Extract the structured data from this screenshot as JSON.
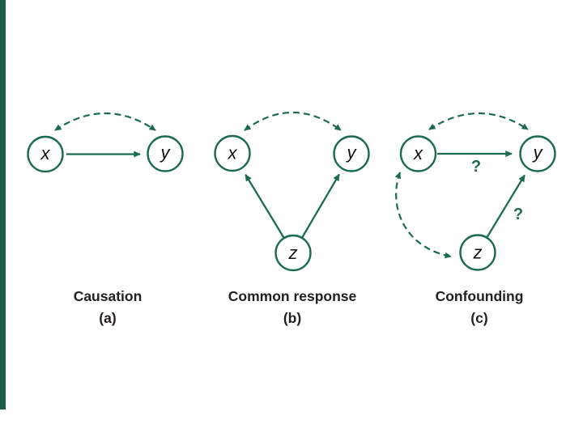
{
  "page": {
    "background": "#ffffff"
  },
  "left_bar": {
    "color": "#1c5c44"
  },
  "palette": {
    "line_green": "#1d6b4f",
    "node_fill": "#ffffff",
    "caption_text": "#252020",
    "node_label_text": "#111111"
  },
  "diagrams": [
    {
      "caption": "Causation",
      "label": "(a)",
      "nodes": [
        {
          "id": "x",
          "label": "x"
        },
        {
          "id": "y",
          "label": "y"
        }
      ],
      "edges": [
        "solid arrow x to y",
        "dashed double-headed arc between x and y"
      ]
    },
    {
      "caption": "Common response",
      "label": "(b)",
      "nodes": [
        {
          "id": "x",
          "label": "x"
        },
        {
          "id": "y",
          "label": "y"
        },
        {
          "id": "z",
          "label": "z"
        }
      ],
      "edges": [
        "solid arrow z to x",
        "solid arrow z to y",
        "dashed double-headed arc between x and y"
      ]
    },
    {
      "caption": "Confounding",
      "label": "(c)",
      "nodes": [
        {
          "id": "x",
          "label": "x"
        },
        {
          "id": "y",
          "label": "y"
        },
        {
          "id": "z",
          "label": "z"
        }
      ],
      "question_marks": [
        "?",
        "?"
      ],
      "edges": [
        "solid arrow x to y with question mark",
        "solid arrow z to y with question mark",
        "dashed double-headed arc between x and y",
        "dashed double-headed arc between x and z"
      ]
    }
  ]
}
